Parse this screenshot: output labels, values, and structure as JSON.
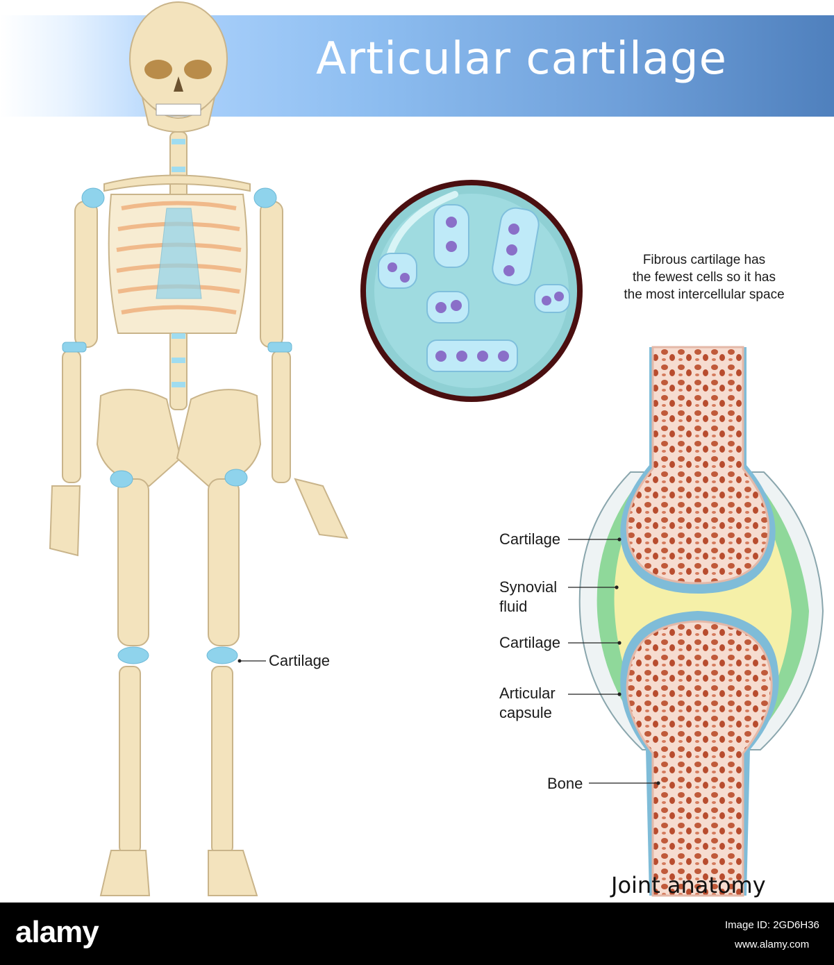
{
  "title": "Articular cartilage",
  "skeleton": {
    "cartilage_label": "Cartilage"
  },
  "cell_note": [
    "Fibrous cartilage has",
    "the fewest cells so it has",
    "the most intercellular space"
  ],
  "joint": {
    "labels": [
      "Cartilage",
      "Synovial",
      "fluid",
      "Cartilage",
      "Articular",
      "capsule",
      "Bone"
    ],
    "title": "Joint anatomy"
  },
  "watermark": {
    "brand": "alamy",
    "image_id": "Image ID: 2GD6H36",
    "site": "www.alamy.com"
  },
  "colors": {
    "bone": "#f5e6c0",
    "cartilage": "#8fd3ec",
    "synovial": "#f5f0a8",
    "marrow": "#c05a3a"
  }
}
